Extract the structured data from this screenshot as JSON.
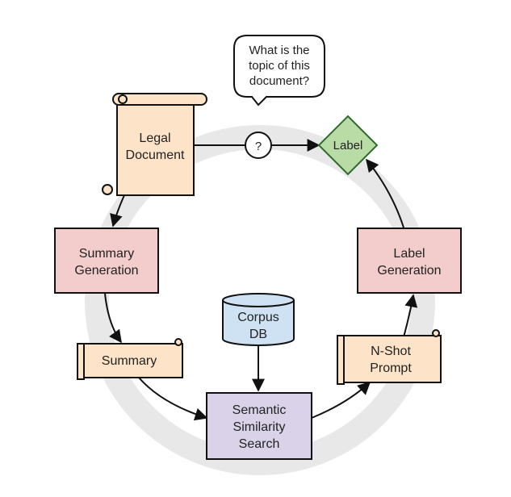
{
  "speech_bubble": {
    "lines": [
      "What is the",
      "topic of this",
      "document?"
    ]
  },
  "question_node": {
    "label": "?"
  },
  "label_node": {
    "label": "Label",
    "fill": "#b9dba5",
    "stroke": "#2f6d2f"
  },
  "legal_document": {
    "lines": [
      "Legal",
      "Document"
    ],
    "fill": "#fde3c8"
  },
  "summary_generation": {
    "lines": [
      "Summary",
      "Generation"
    ],
    "fill": "#f3cccc"
  },
  "summary_doc": {
    "label": "Summary",
    "fill": "#fde3c8"
  },
  "corpus_db": {
    "lines": [
      "Corpus",
      "DB"
    ],
    "fill": "#cfe2f3"
  },
  "semantic_search": {
    "lines": [
      "Semantic",
      "Similarity",
      "Search"
    ],
    "fill": "#d9d2e9"
  },
  "nshot_prompt": {
    "lines": [
      "N-Shot",
      "Prompt"
    ],
    "fill": "#fde3c8"
  },
  "label_generation": {
    "lines": [
      "Label",
      "Generation"
    ],
    "fill": "#f3cccc"
  },
  "colors": {
    "ring": "#e8e8e8",
    "stroke": "#111111",
    "text": "#222222"
  }
}
